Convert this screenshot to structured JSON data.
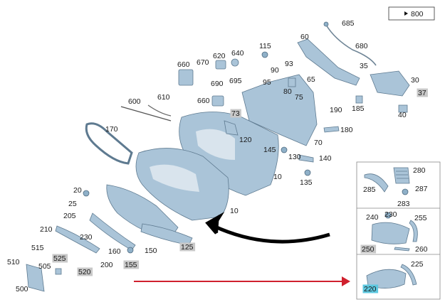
{
  "reference_box": {
    "label": "800"
  },
  "callouts": [
    {
      "id": "685",
      "hl": ""
    },
    {
      "id": "60",
      "hl": ""
    },
    {
      "id": "680",
      "hl": ""
    },
    {
      "id": "115",
      "hl": ""
    },
    {
      "id": "620",
      "hl": ""
    },
    {
      "id": "640",
      "hl": ""
    },
    {
      "id": "660",
      "hl": ""
    },
    {
      "id": "670",
      "hl": ""
    },
    {
      "id": "93",
      "hl": ""
    },
    {
      "id": "90",
      "hl": ""
    },
    {
      "id": "35",
      "hl": ""
    },
    {
      "id": "65",
      "hl": ""
    },
    {
      "id": "30",
      "hl": ""
    },
    {
      "id": "690",
      "hl": ""
    },
    {
      "id": "695",
      "hl": ""
    },
    {
      "id": "95",
      "hl": ""
    },
    {
      "id": "80",
      "hl": ""
    },
    {
      "id": "37",
      "hl": "grey"
    },
    {
      "id": "600",
      "hl": ""
    },
    {
      "id": "610",
      "hl": ""
    },
    {
      "id": "660b",
      "text": "660",
      "hl": ""
    },
    {
      "id": "75",
      "hl": ""
    },
    {
      "id": "190",
      "hl": ""
    },
    {
      "id": "185",
      "hl": ""
    },
    {
      "id": "40",
      "hl": ""
    },
    {
      "id": "73",
      "hl": "grey"
    },
    {
      "id": "170",
      "hl": ""
    },
    {
      "id": "120",
      "hl": ""
    },
    {
      "id": "180",
      "hl": ""
    },
    {
      "id": "70",
      "hl": ""
    },
    {
      "id": "145",
      "hl": ""
    },
    {
      "id": "130",
      "hl": ""
    },
    {
      "id": "140",
      "hl": ""
    },
    {
      "id": "10a",
      "text": "10",
      "hl": ""
    },
    {
      "id": "135",
      "hl": ""
    },
    {
      "id": "20",
      "hl": ""
    },
    {
      "id": "25",
      "hl": ""
    },
    {
      "id": "10b",
      "text": "10",
      "hl": ""
    },
    {
      "id": "205",
      "hl": ""
    },
    {
      "id": "210",
      "hl": ""
    },
    {
      "id": "230",
      "hl": ""
    },
    {
      "id": "125",
      "hl": "grey"
    },
    {
      "id": "515",
      "hl": ""
    },
    {
      "id": "525",
      "hl": "grey"
    },
    {
      "id": "160",
      "hl": ""
    },
    {
      "id": "150",
      "hl": ""
    },
    {
      "id": "510",
      "hl": ""
    },
    {
      "id": "505",
      "hl": ""
    },
    {
      "id": "520",
      "hl": "grey"
    },
    {
      "id": "200",
      "hl": ""
    },
    {
      "id": "155",
      "hl": "grey"
    },
    {
      "id": "500",
      "hl": ""
    },
    {
      "id": "280",
      "hl": ""
    },
    {
      "id": "285",
      "hl": ""
    },
    {
      "id": "287",
      "hl": ""
    },
    {
      "id": "283",
      "hl": ""
    },
    {
      "id": "240",
      "hl": ""
    },
    {
      "id": "230b",
      "text": "230",
      "hl": ""
    },
    {
      "id": "255",
      "hl": ""
    },
    {
      "id": "250",
      "hl": "grey"
    },
    {
      "id": "260",
      "hl": ""
    },
    {
      "id": "225",
      "hl": ""
    },
    {
      "id": "220",
      "hl": "blue"
    }
  ],
  "colors": {
    "part": "#aac4d8",
    "arrow_black": "#000000",
    "arrow_red": "#d0202e",
    "hl_grey": "#c8c8c8",
    "hl_blue": "#5ec8e0"
  }
}
